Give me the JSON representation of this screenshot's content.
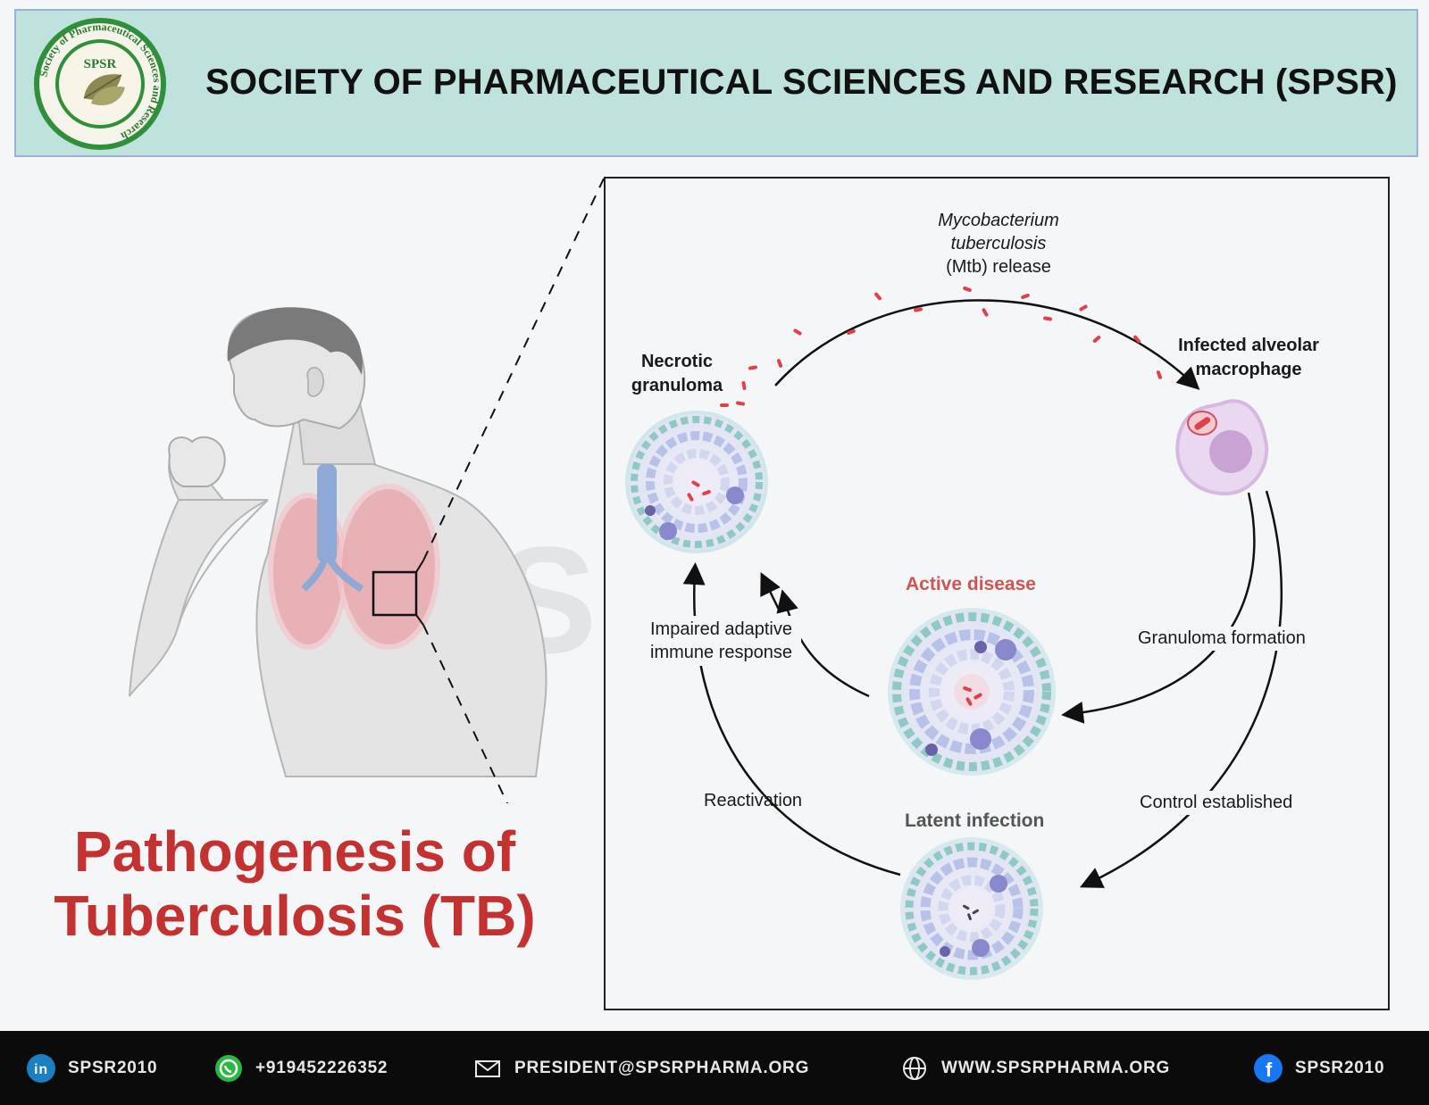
{
  "header": {
    "title": "SOCIETY OF PHARMACEUTICAL  SCIENCES AND RESEARCH (SPSR)",
    "logo_text": "SPSR",
    "logo_ring_text": "Society of Pharmaceutical Sciences and Research"
  },
  "main_title": {
    "line1": "Pathogenesis of",
    "line2": "Tuberculosis (TB)"
  },
  "watermark": "SPSR",
  "diagram": {
    "release_label": {
      "line1": "Mycobacterium",
      "line2": "tuberculosis",
      "line3": "(Mtb) release"
    },
    "infected_macrophage": {
      "line1": "Infected alveolar",
      "line2": "macrophage"
    },
    "necrotic_granuloma": {
      "line1": "Necrotic",
      "line2": "granuloma"
    },
    "active_disease": "Active disease",
    "latent_infection": "Latent infection",
    "granuloma_formation": "Granuloma formation",
    "control_established": "Control established",
    "reactivation": "Reactivation",
    "impaired_response": {
      "line1": "Impaired adaptive",
      "line2": "immune response"
    }
  },
  "footer": {
    "linkedin": "SPSR2010",
    "whatsapp": "+919452226352",
    "email": "PRESIDENT@SPSRPHARMA.ORG",
    "website": "WWW.SPSRPHARMA.ORG",
    "facebook": "SPSR2010"
  },
  "colors": {
    "header_bg": "#bfe3dc",
    "title_red": "#c43131",
    "active_red": "#d05454",
    "footer_bg": "#0b0b0b"
  },
  "icons": [
    "linkedin-icon",
    "whatsapp-icon",
    "mail-icon",
    "globe-icon",
    "facebook-icon"
  ]
}
